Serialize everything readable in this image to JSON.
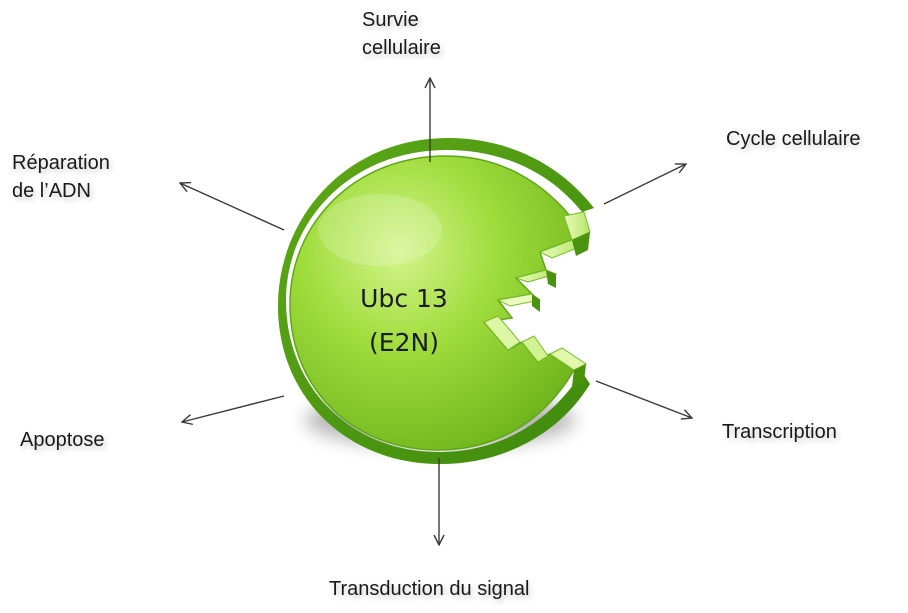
{
  "center": {
    "line1": "Ubc 13",
    "line2": "(E2N)"
  },
  "functions": {
    "survie": [
      "Survie",
      "cellulaire"
    ],
    "cycle": "Cycle cellulaire",
    "reparation": [
      "Réparation",
      "de l’ADN"
    ],
    "transcription": "Transcription",
    "apoptose": "Apoptose",
    "transduction": "Transduction du signal"
  },
  "colors": {
    "shape_light": "#c6ee7a",
    "shape_main": "#8ccf2e",
    "shape_dark": "#4f9a10",
    "arrow": "#3a3a3a",
    "text": "#1a1a1a"
  }
}
